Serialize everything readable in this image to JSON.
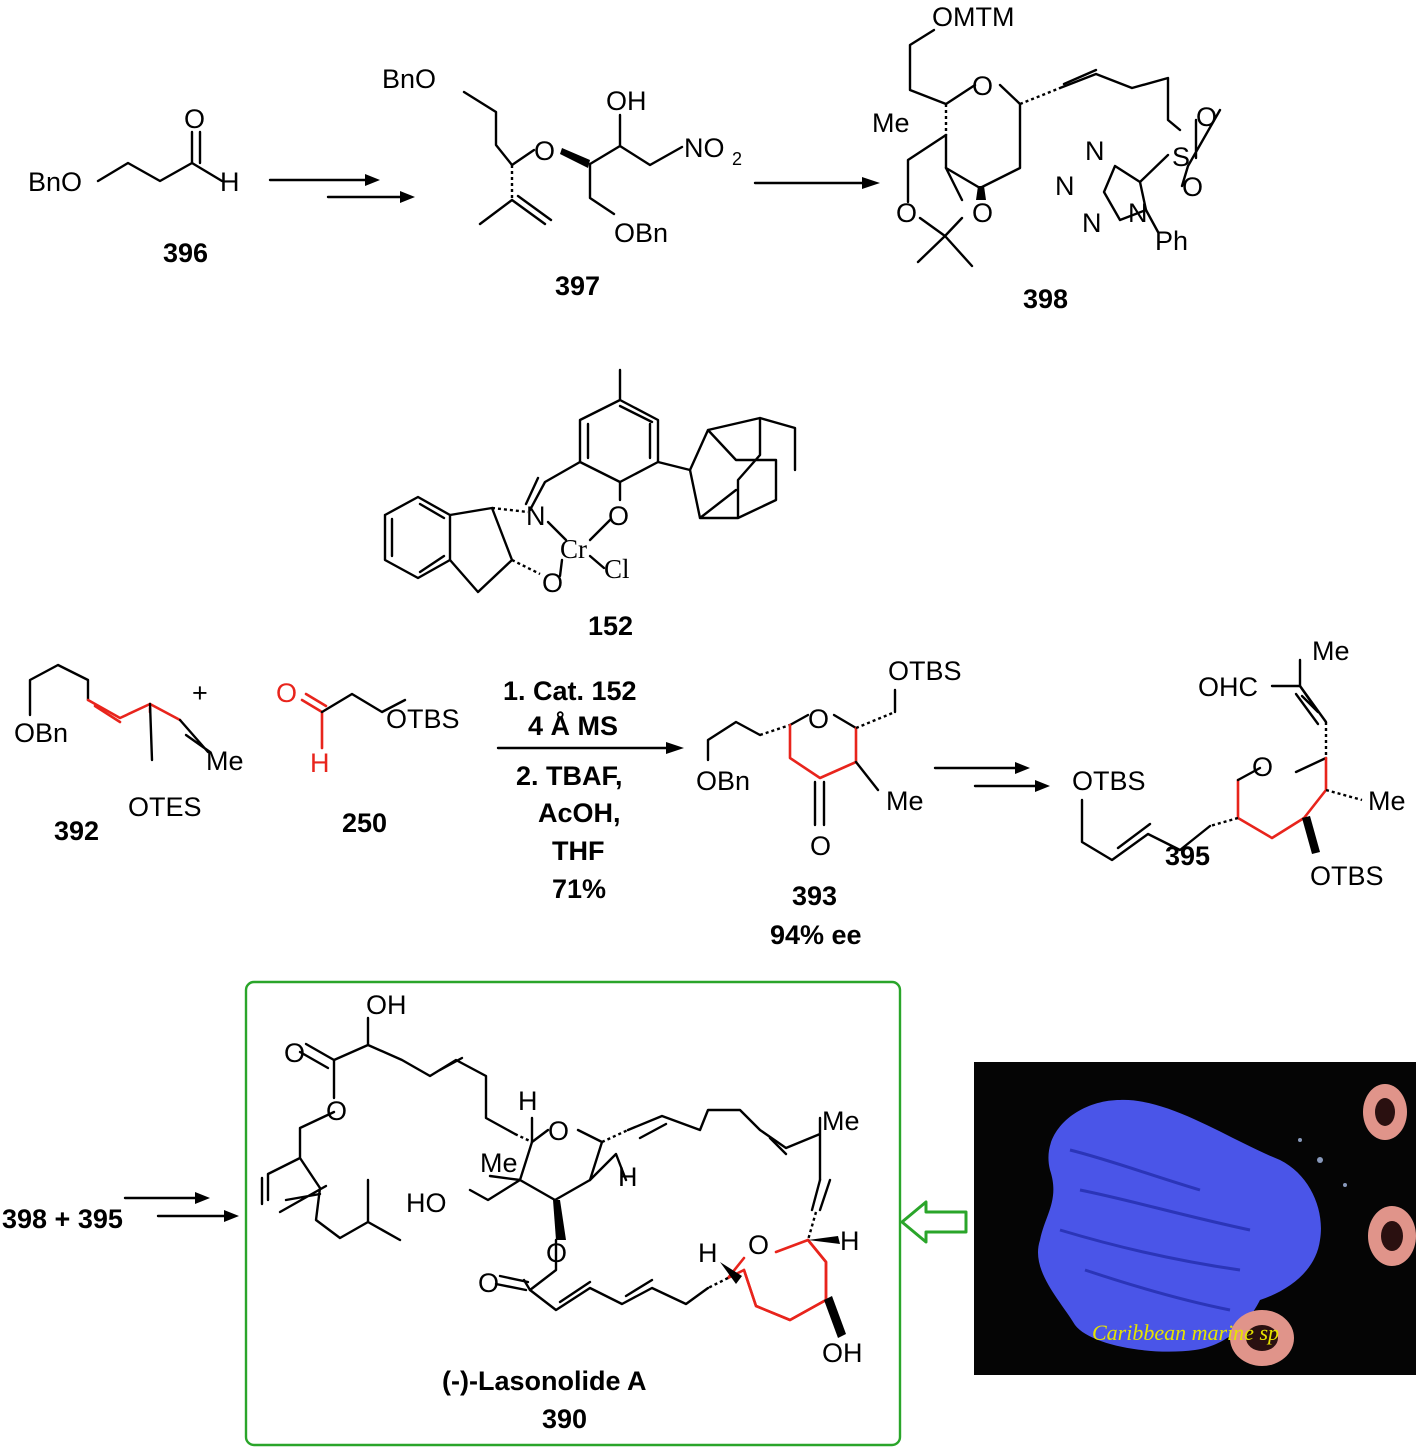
{
  "scheme_row1": {
    "cmpd396": {
      "label_bno": "BnO",
      "label_o": "O",
      "label_h": "H",
      "number": "396"
    },
    "cmpd397": {
      "label_bno": "BnO",
      "label_oh": "OH",
      "label_o": "O",
      "label_no2": "NO",
      "label_no2_sub": "2",
      "label_obn": "OBn",
      "number": "397"
    },
    "cmpd398": {
      "label_omtm": "OMTM",
      "label_me": "Me",
      "label_o_ring": "O",
      "label_o1": "O",
      "label_o2": "O",
      "label_s": "S",
      "label_so1": "O",
      "label_so2": "O",
      "label_n1": "N",
      "label_n2": "N",
      "label_n3": "N",
      "label_n4": "N",
      "label_ph": "Ph",
      "number": "398"
    }
  },
  "catalyst": {
    "label_n": "N",
    "label_o1": "O",
    "label_o2": "O",
    "label_cr": "Cr",
    "label_cl": "Cl",
    "number": "152"
  },
  "scheme_row2": {
    "cmpd392": {
      "label_obn": "OBn",
      "label_me": "Me",
      "label_otes": "OTES",
      "number": "392"
    },
    "plus": "+",
    "cmpd250": {
      "label_o": "O",
      "label_h": "H",
      "label_otbs": "OTBS",
      "number": "250"
    },
    "conditions": {
      "above": [
        "1. Cat. 152",
        "4 Å MS"
      ],
      "below": [
        "2. TBAF,",
        "AcOH,",
        "THF",
        "71%"
      ]
    },
    "cmpd393": {
      "label_otbs": "OTBS",
      "label_o": "O",
      "label_obn": "OBn",
      "label_me": "Me",
      "label_keto": "O",
      "number": "393",
      "ee": "94% ee"
    },
    "cmpd395": {
      "label_me": "Me",
      "label_ohc": "OHC",
      "label_otbs1": "OTBS",
      "label_o": "O",
      "label_me2": "Me",
      "label_otbs2": "OTBS",
      "number": "395"
    }
  },
  "scheme_row3": {
    "reactants": "398 + 395",
    "product": {
      "label_oh1": "OH",
      "label_o_carbonyl": "O",
      "label_o_ester": "O",
      "label_h1": "H",
      "label_o_ring": "O",
      "label_me1": "Me",
      "label_me2": "Me",
      "label_h2": "H",
      "label_ho": "HO",
      "label_o_ester2": "O",
      "label_o_carbonyl2": "O",
      "label_h3": "H",
      "label_o_ring2": "O",
      "label_h4": "H",
      "label_oh2": "OH",
      "name": "(-)-Lasonolide A",
      "number": "390"
    },
    "photo_caption": "Caribbean marine sp"
  },
  "colors": {
    "highlight": "#e8241c",
    "box_border": "#2aa52a",
    "open_arrow": "#2aa52a",
    "photo_bg": "#050505",
    "sponge": "#4a55e8",
    "caption": "#e6e400"
  }
}
